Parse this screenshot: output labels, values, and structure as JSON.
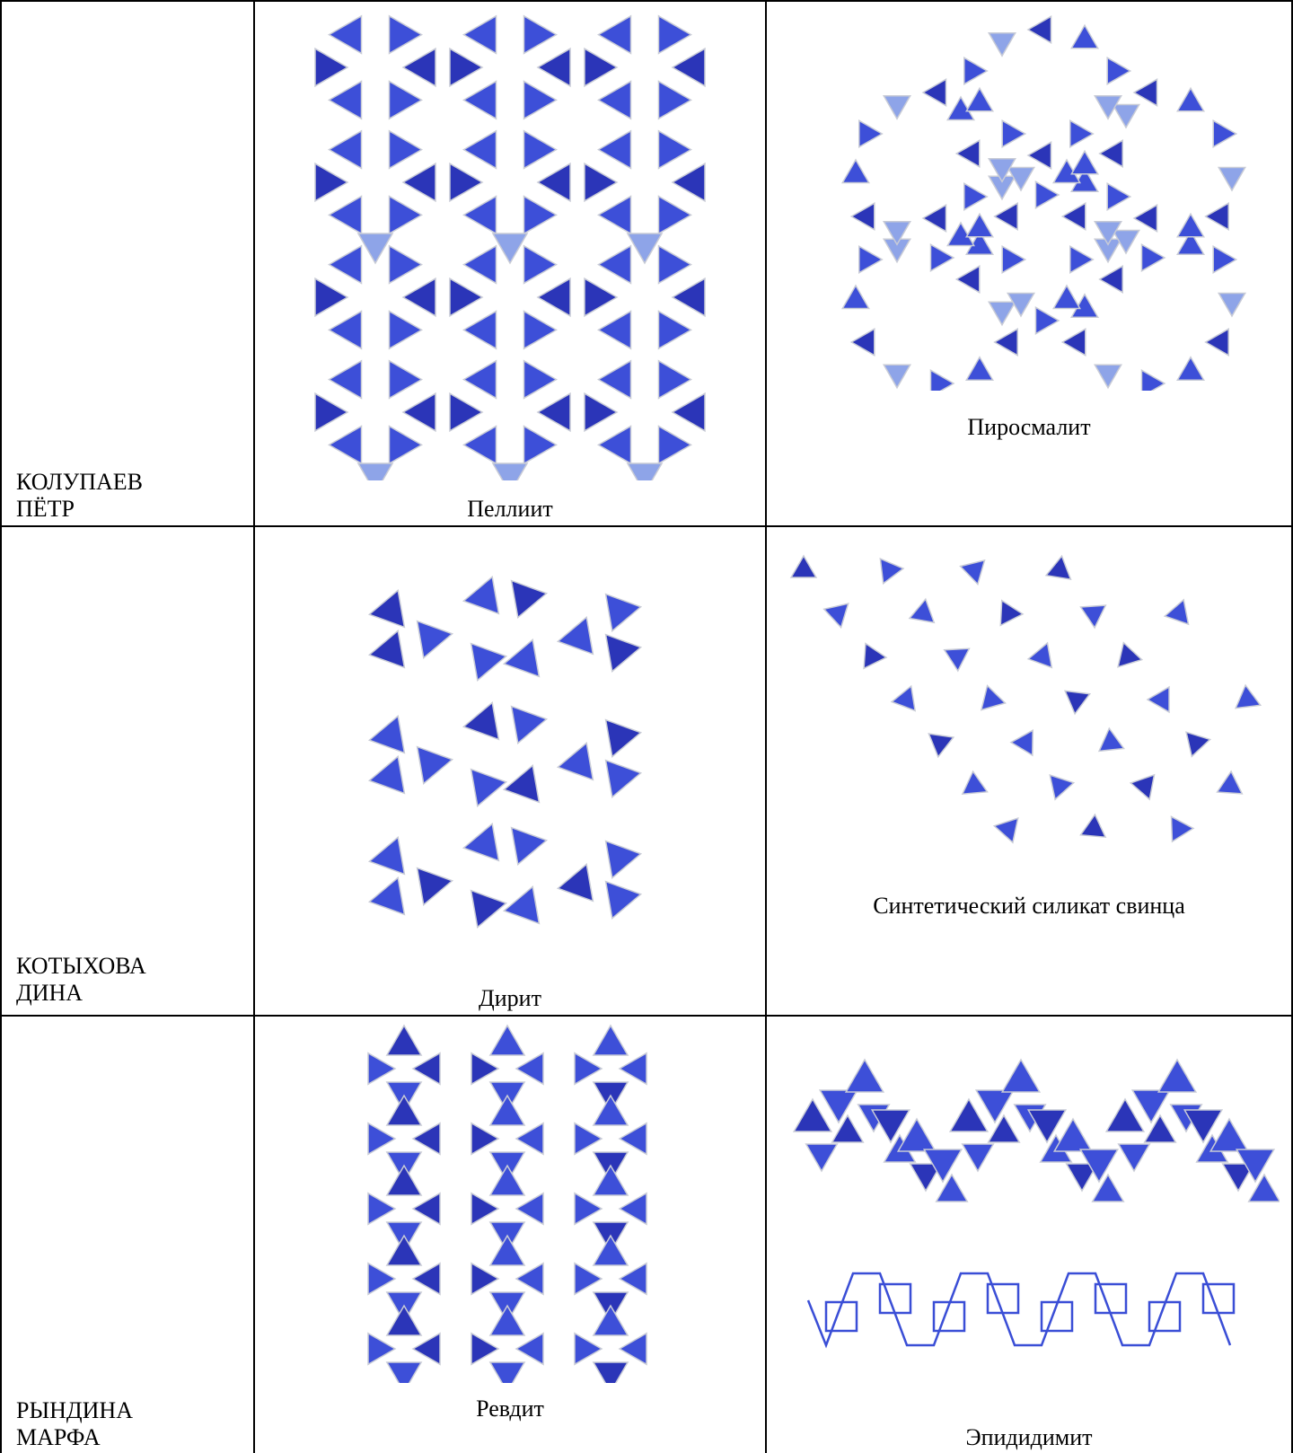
{
  "rows": [
    {
      "student": [
        "КОЛУПАЕВ",
        "ПЁТР"
      ],
      "left_caption": "Пеллиит",
      "right_caption": "Пиросмалит"
    },
    {
      "student": [
        "КОТЫХОВА",
        "ДИНА"
      ],
      "left_caption": "Дирит",
      "right_caption": "Синтетический силикат свинца"
    },
    {
      "student": [
        "РЫНДИНА",
        "МАРФА"
      ],
      "left_caption": "Ревдит",
      "right_caption": "Эпидидимит"
    }
  ],
  "colors": {
    "tetra_dark": "#2b35b8",
    "tetra": "#3d4fd8",
    "tetra_light": "#8ea4e8",
    "edge": "#c8cbd6",
    "wire": "#3a4ed6"
  }
}
